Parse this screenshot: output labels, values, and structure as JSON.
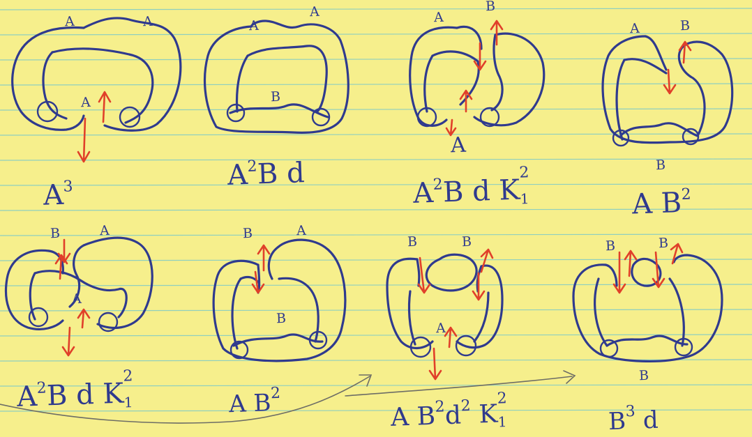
{
  "panels": [
    {
      "caption_base": "A",
      "caption_sup": "3",
      "labels": [
        "A",
        "A",
        "A"
      ]
    },
    {
      "caption_text": "A",
      "caption_sup": "2",
      "caption_tail": "B d",
      "labels": [
        "A",
        "A",
        "B"
      ]
    },
    {
      "caption_text": "A",
      "caption_sup": "2",
      "caption_tail": "B d  K",
      "caption_sub": "1",
      "caption_sup2": "2",
      "labels": [
        "A",
        "B",
        "A"
      ]
    },
    {
      "caption_text": "A B",
      "caption_sup": "2",
      "labels": [
        "A",
        "B",
        "B"
      ]
    },
    {
      "caption_text": "A",
      "caption_sup": "2",
      "caption_tail": "B d K",
      "caption_sub": "1",
      "caption_sup2": "2",
      "labels": [
        "B",
        "A",
        "A"
      ]
    },
    {
      "caption_text": "A B",
      "caption_sup": "2",
      "labels": [
        "B",
        "A",
        "B"
      ]
    },
    {
      "caption_text": "A B",
      "caption_sup": "2",
      "caption_mid": "d",
      "caption_sup3": "2",
      "caption_tail": " K",
      "caption_sub": "1",
      "caption_sup2": "2",
      "labels": [
        "B",
        "B",
        "A"
      ]
    },
    {
      "caption_text": "B",
      "caption_sup": "3",
      "caption_tail": " d",
      "labels": [
        "B",
        "B",
        "B"
      ]
    }
  ],
  "colors": {
    "paper": "#f6ef8c",
    "ink": "#2f3a8e",
    "arrow": "#e0402a",
    "rule": "#8fcfbf"
  }
}
